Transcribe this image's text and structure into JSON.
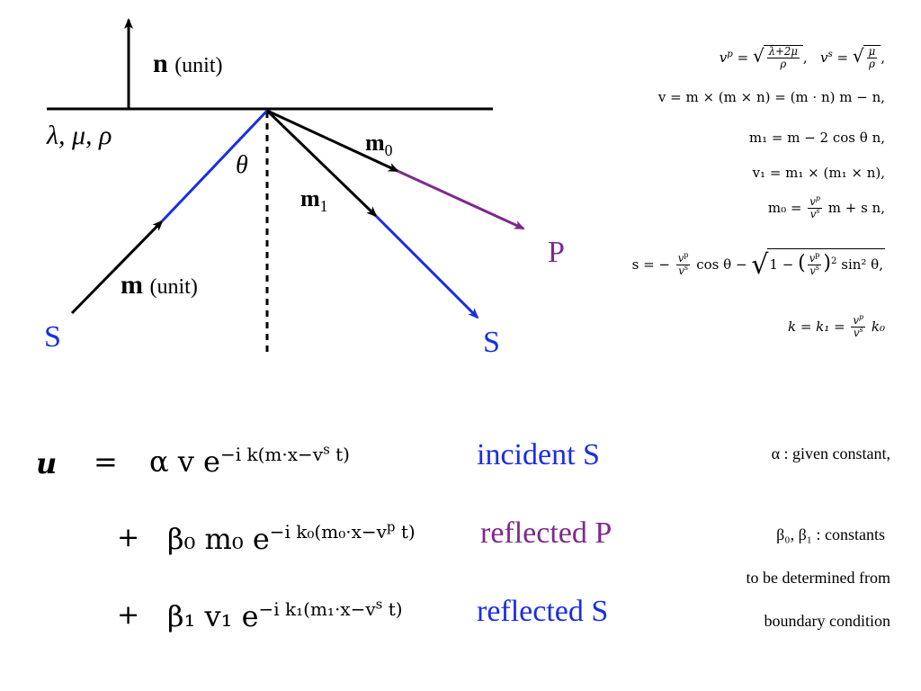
{
  "labels": {
    "n_unit": "n",
    "n_unit_suffix": "(unit)",
    "medium": "λ,  μ,  ρ",
    "theta": "θ",
    "m0": "m",
    "m0_sub": "0",
    "m1": "m",
    "m1_sub": "1",
    "m_unit": "m",
    "m_unit_suffix": "(unit)",
    "P": "P",
    "S_left": "S",
    "S_right": "S"
  },
  "formulas": {
    "vp_lhs": "v",
    "vp_sup": "p",
    "eq": "=",
    "vp_num": "λ+2μ",
    "vp_den": "ρ",
    "vs_lhs": "v",
    "vs_sup": "s",
    "vs_num": "μ",
    "vs_den": "ρ",
    "v_line": "v = m × (m × n) = (m · n) m − n,",
    "m1_line": "m₁ = m − 2 cos θ n,",
    "v1_line": "v₁ = m₁ × (m₁ × n),",
    "m0_lhs": "m₀ =",
    "m0_rhs": "m + s n,",
    "s_lhs": "s = −",
    "s_mid": "cos θ −",
    "s_rad_a": "1 −",
    "s_rad_b": "sin² θ,",
    "k_lhs": "k = k₁ =",
    "k_rhs": "k₀",
    "frac_num": "v",
    "frac_num_sup": "p",
    "frac_den": "v",
    "frac_den_sup": "s",
    "frac_num_sup_roman": "p",
    "frac_den_sup_roman": "s",
    "sq": "2"
  },
  "equations": {
    "u": "u",
    "eq": "=",
    "plus": "+",
    "row1": "α v e",
    "row1_exp": "−i k(m·x−v",
    "row1_exp_sup": "s",
    "row1_exp_tail": " t)",
    "row2": "β₀ m₀ e",
    "row2_exp": "−i k₀(m₀·x−v",
    "row2_exp_sup": "p",
    "row2_exp_tail": " t)",
    "row3": "β₁ v₁ e",
    "row3_exp": "−i k₁(m₁·x−v",
    "row3_exp_sup": "s",
    "row3_exp_tail": " t)"
  },
  "wave_labels": {
    "incident_s": "incident S",
    "reflected_p": "reflected P",
    "reflected_s": "reflected S"
  },
  "notes": {
    "alpha": "α : given constant,",
    "betas": "β₀, β₁ : constants",
    "line2": "to be determined from",
    "line3": "boundary condition"
  },
  "colors": {
    "s_wave": "#1a2ee6",
    "p_wave": "#7d2a8c",
    "black": "#000000"
  }
}
